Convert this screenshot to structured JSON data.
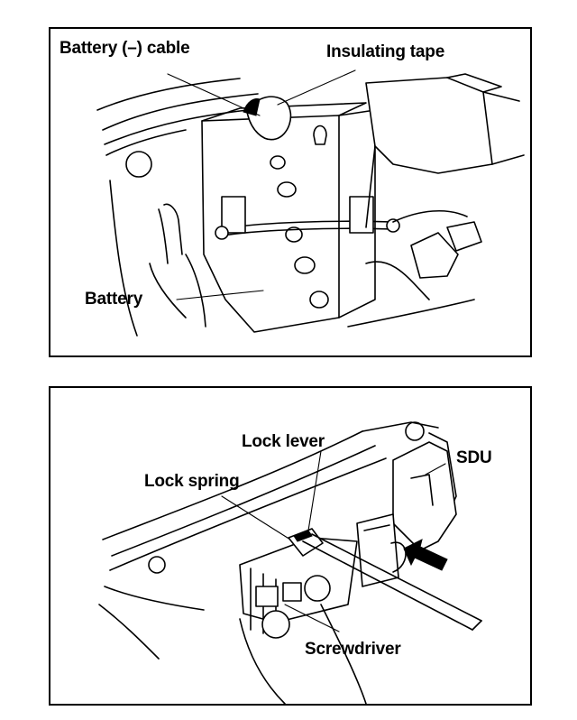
{
  "figure_top": {
    "labels": {
      "battery_cable": "Battery (–) cable",
      "insulating_tape": "Insulating tape",
      "battery": "Battery"
    }
  },
  "figure_bottom": {
    "labels": {
      "lock_lever": "Lock lever",
      "sdu": "SDU",
      "lock_spring": "Lock spring",
      "screwdriver": "Screwdriver"
    }
  }
}
